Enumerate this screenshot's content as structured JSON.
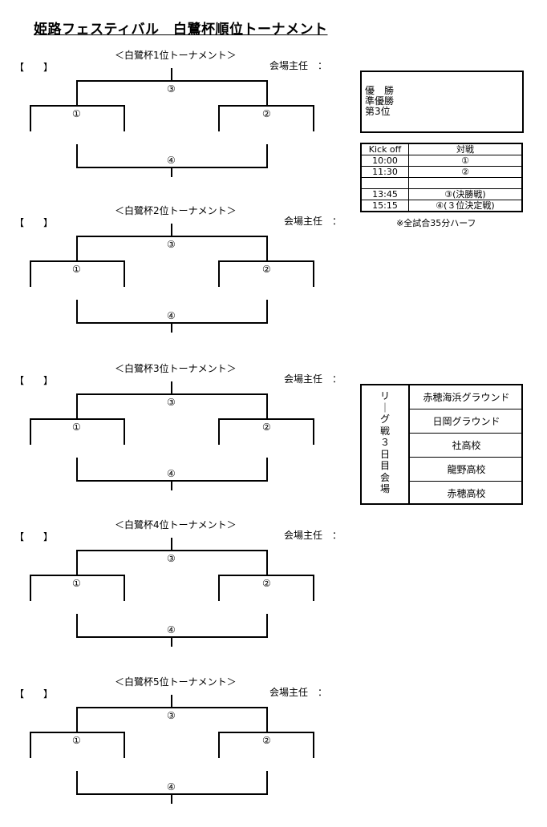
{
  "title": "姫路フェスティバル　白鷺杯順位トーナメント",
  "sections": [
    {
      "title": "＜白鷺杯1位トーナメント＞",
      "bracket": "【　　】",
      "venue_label": "会場主任　："
    },
    {
      "title": "＜白鷺杯2位トーナメント＞",
      "bracket": "【　　】",
      "venue_label": "会場主任　："
    },
    {
      "title": "＜白鷺杯3位トーナメント＞",
      "bracket": "【　　】",
      "venue_label": "会場主任　："
    },
    {
      "title": "＜白鷺杯4位トーナメント＞",
      "bracket": "【　　】",
      "venue_label": "会場主任　："
    },
    {
      "title": "＜白鷺杯5位トーナメント＞",
      "bracket": "【　　】",
      "venue_label": "会場主任　："
    }
  ],
  "markers": {
    "m1": "①",
    "m2": "②",
    "m3": "③",
    "m4": "④"
  },
  "results": {
    "first": "優　勝",
    "second": "準優勝",
    "third": "第3位"
  },
  "schedule": {
    "headers": [
      "Kick off",
      "対戦"
    ],
    "rows": [
      [
        "10:00",
        "①"
      ],
      [
        "11:30",
        "②"
      ],
      [
        "",
        ""
      ],
      [
        "13:45",
        "③(決勝戦)"
      ],
      [
        "15:15",
        "④(３位決定戦)"
      ]
    ],
    "note": "※全試合35分ハーフ"
  },
  "league": {
    "label_chars": [
      "リ",
      "｜",
      "グ",
      "戦",
      "３",
      "日",
      "目",
      "会",
      "場"
    ],
    "venues": [
      "赤穂海浜グラウンド",
      "日岡グラウンド",
      "社高校",
      "龍野高校",
      "赤穂高校"
    ]
  }
}
